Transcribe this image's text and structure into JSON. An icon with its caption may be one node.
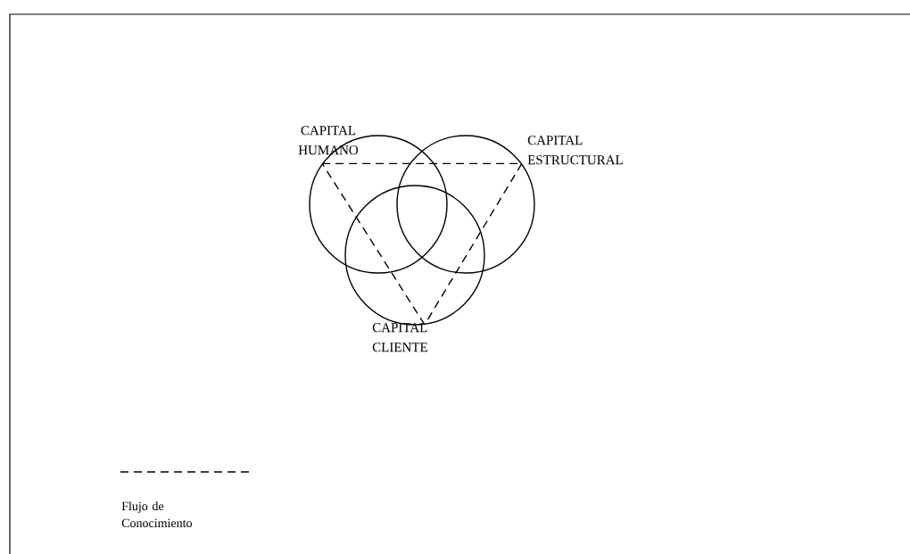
{
  "diagram": {
    "nodes": [
      {
        "text": [
          "CAPITAL HUMANO"
        ]
      },
      {
        "text": [
          "CAPITAL ESTRUCTURAL"
        ]
      },
      {
        "text": [
          "CAPITAL CLIENTE"
        ]
      }
    ],
    "edges": [
      {
        "from": 0,
        "to": 1,
        "arrow": "none",
        "style": "dashed"
      },
      {
        "from": 1,
        "to": 2,
        "arrow": "none",
        "style": "dashed"
      },
      {
        "from": 2,
        "to": 0,
        "arrow": "none",
        "style": "dashed"
      }
    ],
    "legend": [
      {
        "text": "Flujo de Conocimiento"
      }
    ]
  }
}
